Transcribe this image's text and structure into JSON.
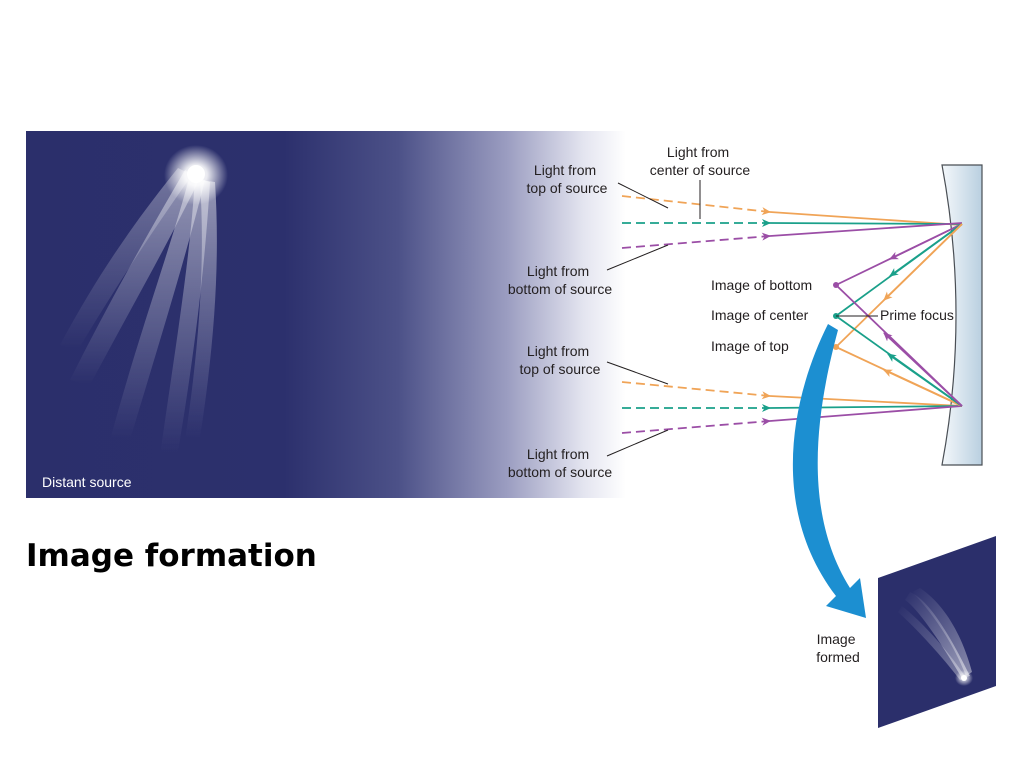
{
  "title": "Image formation",
  "labels": {
    "distant_source": "Distant source",
    "center_of_source": [
      "Light from",
      "center of source"
    ],
    "top_of_source_upper": [
      "Light from",
      "top of source"
    ],
    "bottom_of_source_upper": [
      "Light from",
      "bottom of source"
    ],
    "top_of_source_lower": [
      "Light from",
      "top of source"
    ],
    "bottom_of_source_lower": [
      "Light from",
      "bottom of source"
    ],
    "image_of_bottom": "Image of bottom",
    "image_of_center": "Image of center",
    "image_of_top": "Image of top",
    "prime_focus": "Prime focus",
    "image_formed": [
      "Image",
      "formed"
    ]
  },
  "colors": {
    "source_blue": "#2b2f6b",
    "ray_top": "#f0a457",
    "ray_center": "#1aa08a",
    "ray_bottom": "#9b4ea6",
    "arrow_blue": "#1c8fd1",
    "mirror": "#c8dcea"
  }
}
